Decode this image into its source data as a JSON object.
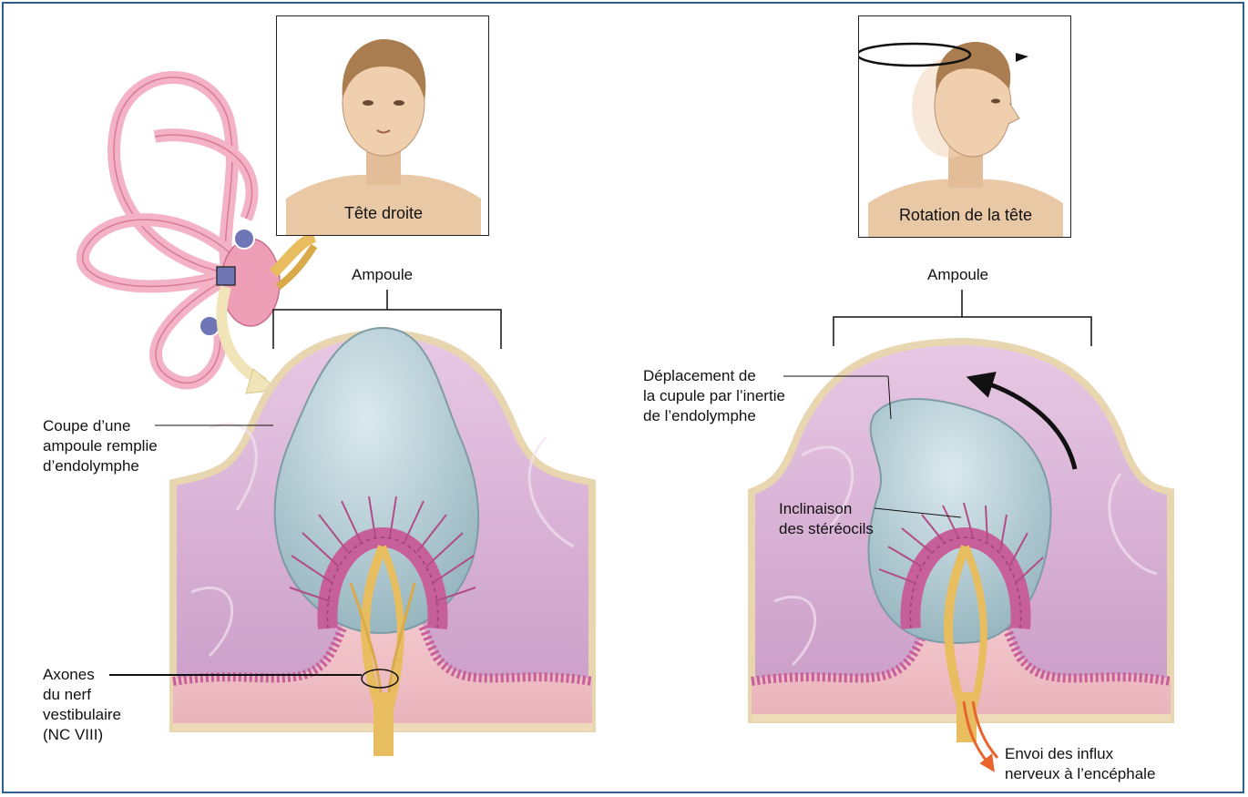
{
  "panels": {
    "left": {
      "head_caption": "Tête droite",
      "bracket_label": "Ampoule",
      "labels": {
        "section": "Coupe d’une\nampoule remplie\nd’endolymphe",
        "axons": "Axones\ndu nerf\nvestibulaire\n(NC VIII)"
      }
    },
    "right": {
      "head_caption": "Rotation de la tête",
      "bracket_label": "Ampoule",
      "labels": {
        "cupula": "Déplacement de\nla cupule par l’inertie\nde l’endolymphe",
        "stereocilia": "Inclinaison\ndes stéréocils",
        "impulses": "Envoi des influx\nnerveux à l’encéphale"
      }
    }
  },
  "icons": {
    "left_head": "human-head-front-icon",
    "right_head": "human-head-rotating-icon",
    "inner_ear": "semicircular-canals-icon"
  },
  "colors": {
    "frame": "#2f5f8f",
    "endolymph": "#d9b3d6",
    "cupula": "#a9c4cc",
    "hair_cells": "#c75f9a",
    "nerve": "#e8bd5f",
    "epithelium": "#f2c3c8",
    "wall": "#eedcb8",
    "impulse_arrow": "#e8642c"
  }
}
